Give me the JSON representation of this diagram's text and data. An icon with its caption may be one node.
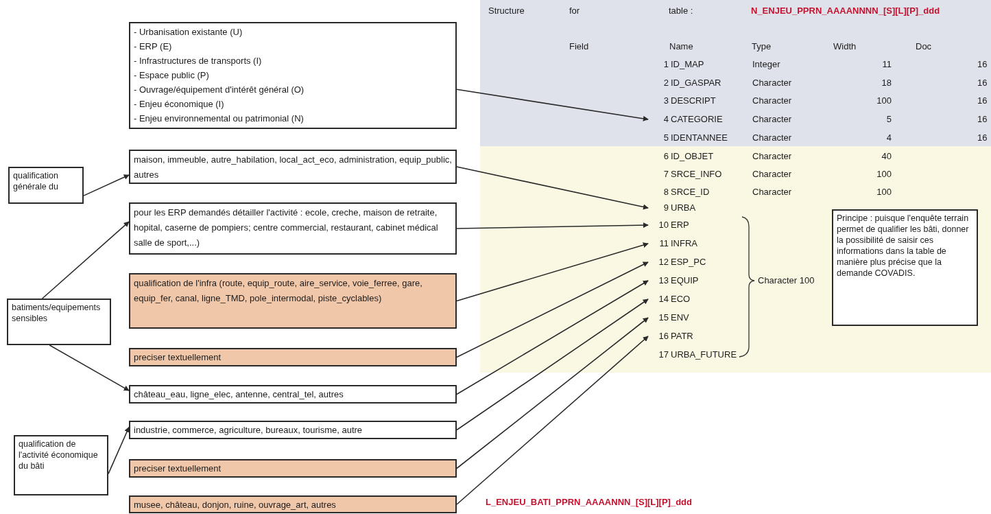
{
  "diagram": {
    "nodes": [
      {
        "text": [
          "- Urbanisation existante (U)",
          "- ERP (E)",
          "- Infrastructures de transports (I)",
          "- Espace public (P)",
          "- Ouvrage/équipement d'intérêt général (O)",
          "- Enjeu économique (I)",
          "- Enjeu environnemental ou patrimonial (N)"
        ]
      },
      {
        "text": [
          "maison, immeuble, autre_habilation, local_act_eco, administration, equip_public, autres"
        ]
      },
      {
        "text": [
          "pour les  ERP demandés détailler l'activité : ecole, creche, maison de retraite, hopital, caserne de pompiers; centre commercial, restaurant, cabinet médical salle de sport,...)"
        ]
      },
      {
        "text": [
          "qualification de l'infra (route, equip_route, aire_service, voie_ferree, gare, equip_fer, canal, ligne_TMD, pole_intermodal, piste_cyclables)"
        ]
      },
      {
        "text": [
          "preciser textuellement"
        ]
      },
      {
        "text": [
          "château_eau, ligne_elec, antenne, central_tel,  autres"
        ]
      },
      {
        "text": [
          "industrie, commerce, agriculture, bureaux, tourisme, autre"
        ]
      },
      {
        "text": [
          "preciser textuellement"
        ]
      },
      {
        "text": [
          "musee, château, donjon, ruine, ouvrage_art, autres"
        ]
      },
      {
        "text": [
          "qualification générale du"
        ]
      },
      {
        "text": [
          "batiments/equipements sensibles"
        ]
      },
      {
        "text": [
          "qualification de l'activité économique du bâti"
        ]
      },
      {
        "text": [
          "Principe : puisque l'enquête terrain permet de qualifier les bâti, donner la possibilité de saisir ces informations dans la table de manière plus précise que la demande COVADIS."
        ]
      },
      {
        "text": [
          "4",
          "CATEGORIE",
          "Character",
          "5",
          "16"
        ]
      },
      {
        "text": [
          "9",
          "URBA"
        ]
      },
      {
        "text": [
          "10",
          "ERP"
        ]
      },
      {
        "text": [
          "11",
          "INFRA"
        ]
      },
      {
        "text": [
          "12",
          "ESP_PC"
        ]
      },
      {
        "text": [
          "13",
          "EQUIP"
        ]
      },
      {
        "text": [
          "14",
          "ECO"
        ]
      },
      {
        "text": [
          "15",
          "ENV"
        ]
      },
      {
        "text": [
          "16",
          "PATR"
        ]
      }
    ],
    "edges": [
      {
        "from": 0,
        "to": 13,
        "arrow": "to"
      },
      {
        "from": 1,
        "to": 14,
        "arrow": "to"
      },
      {
        "from": 2,
        "to": 15,
        "arrow": "to"
      },
      {
        "from": 3,
        "to": 16,
        "arrow": "to"
      },
      {
        "from": 4,
        "to": 17,
        "arrow": "to"
      },
      {
        "from": 5,
        "to": 18,
        "arrow": "to"
      },
      {
        "from": 6,
        "to": 19,
        "arrow": "to"
      },
      {
        "from": 7,
        "to": 20,
        "arrow": "to"
      },
      {
        "from": 8,
        "to": 21,
        "arrow": "to"
      },
      {
        "from": 9,
        "to": 1,
        "arrow": "to"
      },
      {
        "from": 10,
        "to": 2,
        "arrow": "to"
      },
      {
        "from": 10,
        "to": 5,
        "arrow": "to"
      },
      {
        "from": 11,
        "to": 6,
        "arrow": "to"
      }
    ],
    "labels": [
      "Structure",
      "for",
      "table :",
      "N_ENJEU_PPRN_AAAANNNN_[S][L][P]_ddd",
      "Field",
      "Name",
      "Type",
      "Width",
      "Doc",
      "1",
      "ID_MAP",
      "Integer",
      "11",
      "16",
      "2",
      "ID_GASPAR",
      "Character",
      "18",
      "16",
      "3",
      "DESCRIPT",
      "Character",
      "100",
      "16",
      "5",
      "IDENTANNEE",
      "Character",
      "4",
      "16",
      "6",
      "ID_OBJET",
      "Character",
      "40",
      "7",
      "SRCE_INFO",
      "Character",
      "100",
      "8",
      "SRCE_ID",
      "Character",
      "100",
      "17",
      "URBA_FUTURE",
      "Character 100",
      "L_ENJEU_BATI_PPRN_AAAANNN_[S][L][P]_ddd"
    ]
  }
}
